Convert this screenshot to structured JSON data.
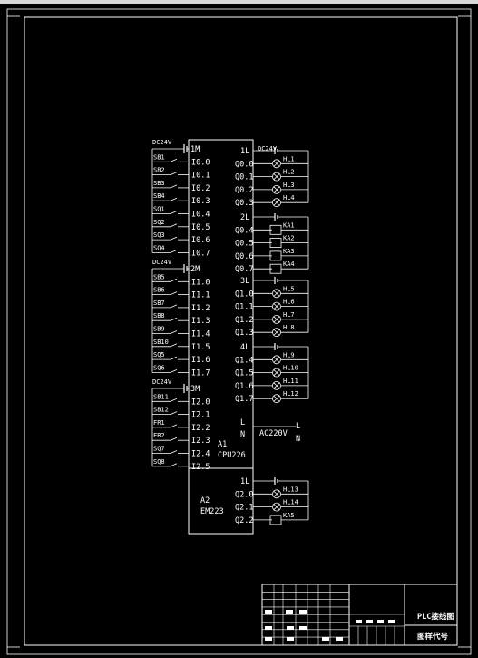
{
  "frame": {
    "line_color": "#ffffff",
    "background": "#000000"
  },
  "left_groups": [
    {
      "common_pin": "1M",
      "supply": "DC24V",
      "inputs": [
        {
          "device": "SB1",
          "pin": "I0.0"
        },
        {
          "device": "SB2",
          "pin": "I0.1"
        },
        {
          "device": "SB3",
          "pin": "I0.2"
        },
        {
          "device": "SB4",
          "pin": "I0.3"
        },
        {
          "device": "SQ1",
          "pin": "I0.4"
        },
        {
          "device": "SQ2",
          "pin": "I0.5"
        },
        {
          "device": "SQ3",
          "pin": "I0.6"
        },
        {
          "device": "SQ4",
          "pin": "I0.7"
        }
      ]
    },
    {
      "common_pin": "2M",
      "supply": "DC24V",
      "inputs": [
        {
          "device": "SB5",
          "pin": "I1.0"
        },
        {
          "device": "SB6",
          "pin": "I1.1"
        },
        {
          "device": "SB7",
          "pin": "I1.2"
        },
        {
          "device": "SB8",
          "pin": "I1.3"
        },
        {
          "device": "SB9",
          "pin": "I1.4"
        },
        {
          "device": "SB10",
          "pin": "I1.5"
        },
        {
          "device": "SQ5",
          "pin": "I1.6"
        },
        {
          "device": "SQ6",
          "pin": "I1.7"
        }
      ]
    },
    {
      "common_pin": "3M",
      "supply": "DC24V",
      "inputs": [
        {
          "device": "SB11",
          "pin": "I2.0"
        },
        {
          "device": "SB12",
          "pin": "I2.1"
        },
        {
          "device": "FR1",
          "pin": "I2.2"
        },
        {
          "device": "FR2",
          "pin": "I2.3"
        },
        {
          "device": "SQ7",
          "pin": "I2.4"
        },
        {
          "device": "SQ8",
          "pin": "I2.5"
        }
      ]
    }
  ],
  "cpu": {
    "ref": "A1",
    "model": "CPU226",
    "power_pins": [
      "L",
      "N"
    ],
    "power_supply": "AC220V",
    "supply_labels": [
      "L",
      "N"
    ]
  },
  "ext": {
    "ref": "A2",
    "model": "EM223"
  },
  "output_supply": "DC24V",
  "right_groups": [
    {
      "common_pin": "1L",
      "outputs": [
        {
          "pin": "Q0.0",
          "load": "HL1",
          "kind": "lamp"
        },
        {
          "pin": "Q0.1",
          "load": "HL2",
          "kind": "lamp"
        },
        {
          "pin": "Q0.2",
          "load": "HL3",
          "kind": "lamp"
        },
        {
          "pin": "Q0.3",
          "load": "HL4",
          "kind": "lamp"
        }
      ]
    },
    {
      "common_pin": "2L",
      "outputs": [
        {
          "pin": "Q0.4",
          "load": "KA1",
          "kind": "coil"
        },
        {
          "pin": "Q0.5",
          "load": "KA2",
          "kind": "coil"
        },
        {
          "pin": "Q0.6",
          "load": "KA3",
          "kind": "coil"
        },
        {
          "pin": "Q0.7",
          "load": "KA4",
          "kind": "coil"
        }
      ]
    },
    {
      "common_pin": "3L",
      "outputs": [
        {
          "pin": "Q1.0",
          "load": "HL5",
          "kind": "lamp"
        },
        {
          "pin": "Q1.1",
          "load": "HL6",
          "kind": "lamp"
        },
        {
          "pin": "Q1.2",
          "load": "HL7",
          "kind": "lamp"
        },
        {
          "pin": "Q1.3",
          "load": "HL8",
          "kind": "lamp"
        }
      ]
    },
    {
      "common_pin": "4L",
      "outputs": [
        {
          "pin": "Q1.4",
          "load": "HL9",
          "kind": "lamp"
        },
        {
          "pin": "Q1.5",
          "load": "HL10",
          "kind": "lamp"
        },
        {
          "pin": "Q1.6",
          "load": "HL11",
          "kind": "lamp"
        },
        {
          "pin": "Q1.7",
          "load": "HL12",
          "kind": "lamp"
        }
      ]
    }
  ],
  "ext_group": {
    "common_pin": "1L",
    "outputs": [
      {
        "pin": "Q2.0",
        "load": "HL13",
        "kind": "lamp"
      },
      {
        "pin": "Q2.1",
        "load": "HL14",
        "kind": "lamp"
      },
      {
        "pin": "Q2.2",
        "load": "KA5",
        "kind": "coil"
      }
    ]
  },
  "title_block": {
    "title": "PLC接线图",
    "code_label": "图样代号"
  }
}
